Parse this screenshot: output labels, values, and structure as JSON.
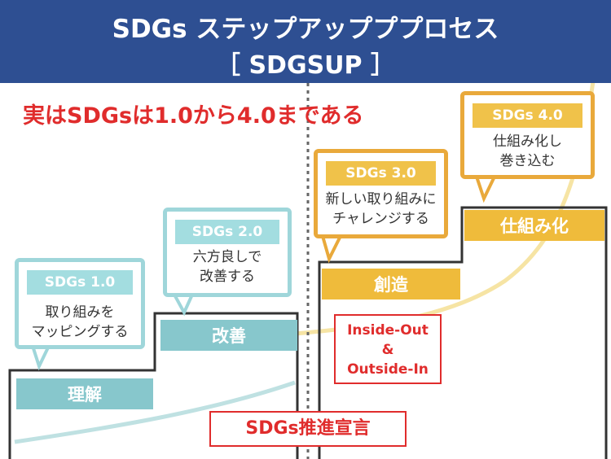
{
  "header": {
    "title_line1": "SDGs ステップアップププロセス",
    "title_line2": "［ SDGSUP ］"
  },
  "headline": "実はSDGsは1.0から4.0まである",
  "steps": [
    {
      "label": "理解"
    },
    {
      "label": "改善"
    },
    {
      "label": "創造"
    },
    {
      "label": "仕組み化"
    }
  ],
  "bubbles": [
    {
      "tag": "SDGs 1.0",
      "line1": "取り組みを",
      "line2": "マッピングする"
    },
    {
      "tag": "SDGs 2.0",
      "line1": "六方良しで",
      "line2": "改善する"
    },
    {
      "tag": "SDGs 3.0",
      "line1": "新しい取り組みに",
      "line2": "チャレンジする"
    },
    {
      "tag": "SDGs 4.0",
      "line1": "仕組み化し",
      "line2": "巻き込む"
    }
  ],
  "inside_out": {
    "line1": "Inside-Out",
    "line2": "&",
    "line3": "Outside-In"
  },
  "declaration": "SDGs推進宣言",
  "colors": {
    "header_bg": "#2e4f92",
    "accent_red": "#e02c2c",
    "teal": "#87c7cc",
    "gold": "#efbb3b"
  }
}
